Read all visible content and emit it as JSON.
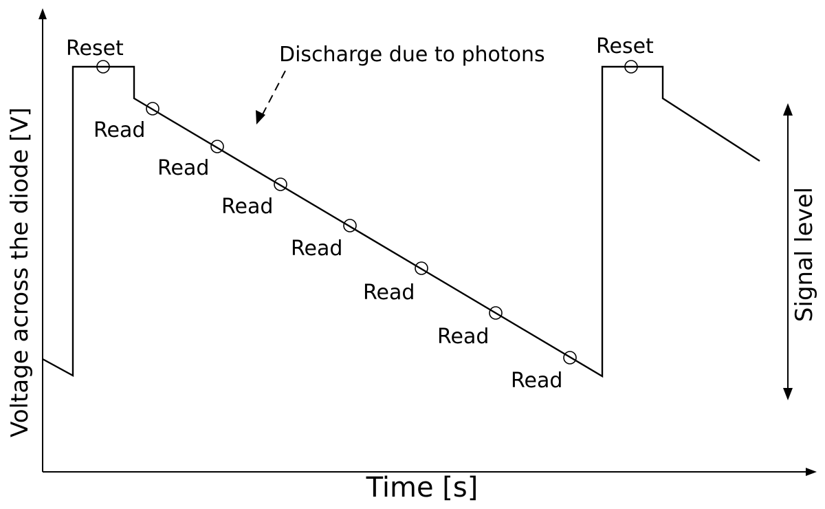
{
  "colors": {
    "ink": "#000000",
    "background": "#ffffff"
  },
  "labels": {
    "y_axis": "Voltage across the diode [V]",
    "x_axis": "Time [s]",
    "reset": "Reset",
    "read": "Read",
    "discharge": "Discharge due to photons",
    "signal_level": "Signal level"
  }
}
